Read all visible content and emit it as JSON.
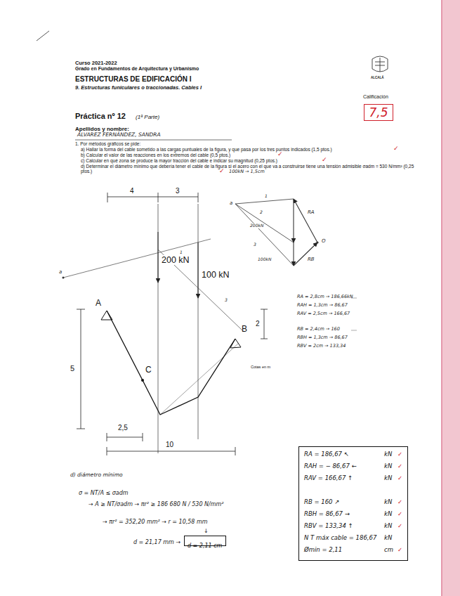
{
  "diagram": {
    "title": "ESTRUCTURAS DE EDIFICACIÓN I",
    "nodes": [
      {
        "text": [
          "7,5"
        ]
      },
      {
        "text": [
          "RA = 186,67 ↖",
          "kN",
          "✓",
          "RAH = − 86,67 ←",
          "kN",
          "✓",
          "RAV = 166,67 ↑",
          "kN",
          "✓",
          "RB = 160 ↗",
          "kN",
          "✓",
          "RBH = 86,67 →",
          "kN",
          "✓",
          "RBV = 133,34 ↑",
          "kN",
          "✓",
          "N T máx cable = 186,67",
          "kN",
          "Ømin = 2,11",
          "cm",
          "✓"
        ]
      },
      {
        "text": [
          "d = 2,11 cm"
        ]
      }
    ],
    "labels": [
      "Curso 2021-2022",
      "Grado en Fundamentos de Arquitectura y Urbanismo",
      "9.  Estructuras funiculares o traccionadas. Cables I",
      "ALCALÁ",
      "Calificación",
      "Práctica nº 12",
      "(1ª Parte)",
      "Apellidos y nombre:",
      "ALVAREZ FERNÁNDEZ, SANDRA",
      "1.  Por métodos gráficos se pide:",
      "a)  Hallar la forma del cable sometido a las cargas puntuales de la figura, y que pasa por los tres puntos indicados (1,5 ptos.)",
      "✓",
      "b)  Calcular el valor de las reacciones en los extremos del cable (0,5 ptos.)",
      "✓",
      "c)  Calcular en qué zona se produce la mayor tracción del cable e indicar su magnitud (0,25 ptos.)",
      "✓",
      "d)  Determinar el diámetro mínimo  que debería tener el cable de la figura si el acero con el que va a construirse tiene una tensión admisible σadm = 530 N/mm² (0,25 ptos.)",
      "✓",
      "100kN → 1,5cm",
      "4",
      "3",
      "200 kN",
      "100 kN",
      "A",
      "B",
      "C",
      "5",
      "2",
      "Cotas en m",
      "2,5",
      "10",
      "a",
      "1",
      "3",
      "a",
      "1",
      "2",
      "200kN",
      "3",
      "100kN",
      "O",
      "RA",
      "RB",
      "RA = 2,8cm → 186,66kN",
      "RAH = 1,3cm → 86,67",
      "RAV = 2,5cm → 166,67",
      "RB = 2,4cm → 160",
      "RBH = 1,3cm → 86,67",
      "RBV = 2cm → 133,34",
      "d) diámetro mínimo",
      "σ = NT/A ≤ σadm",
      "→ A ≥ NT/σadm → πr² ≥ 186 680 N / 530 N/mm²",
      "→ πr² = 352,20 mm² → r = 10,58 mm",
      "↓",
      "d = 21,17 mm →"
    ]
  }
}
